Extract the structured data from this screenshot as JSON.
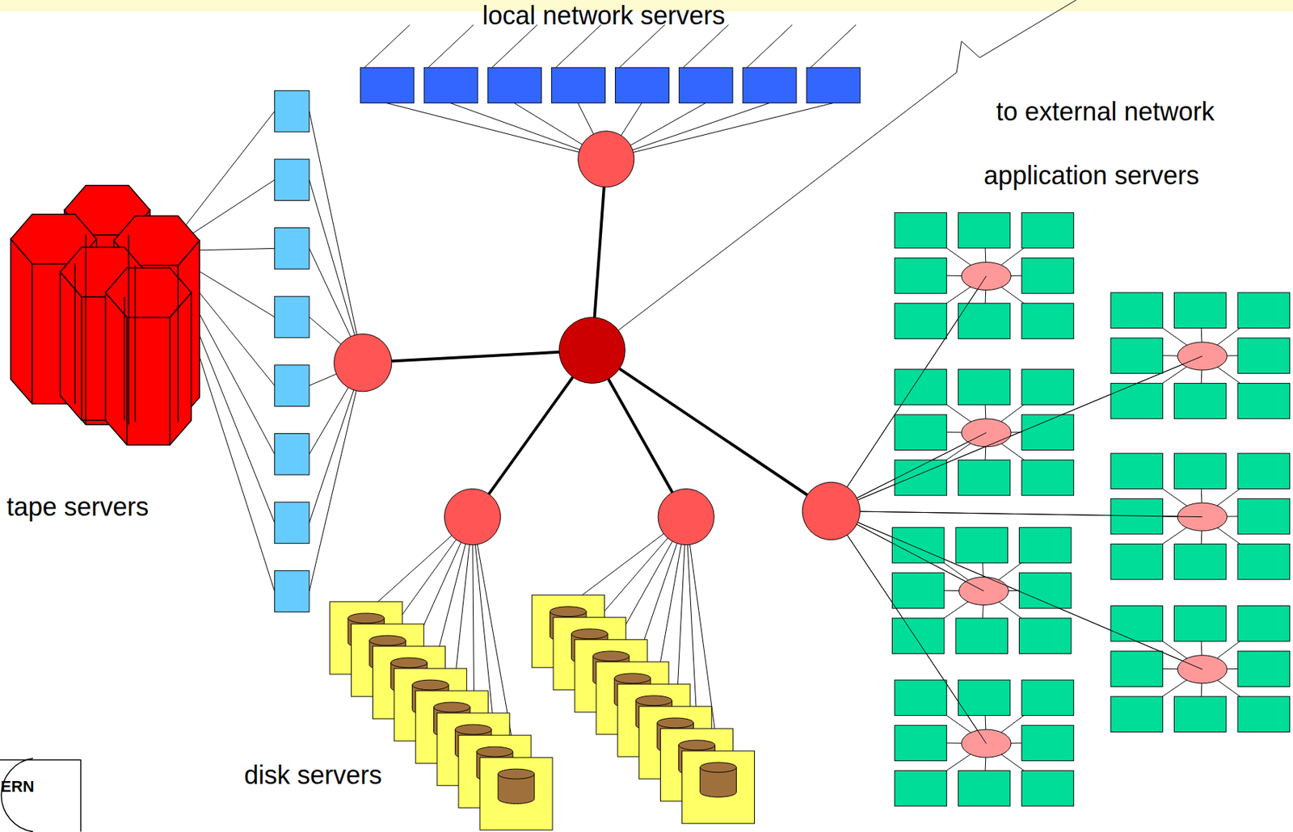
{
  "diagram": {
    "labels": [
      "local network servers",
      "to external network",
      "application servers",
      "tape servers",
      "disk servers",
      "ERN"
    ]
  }
}
